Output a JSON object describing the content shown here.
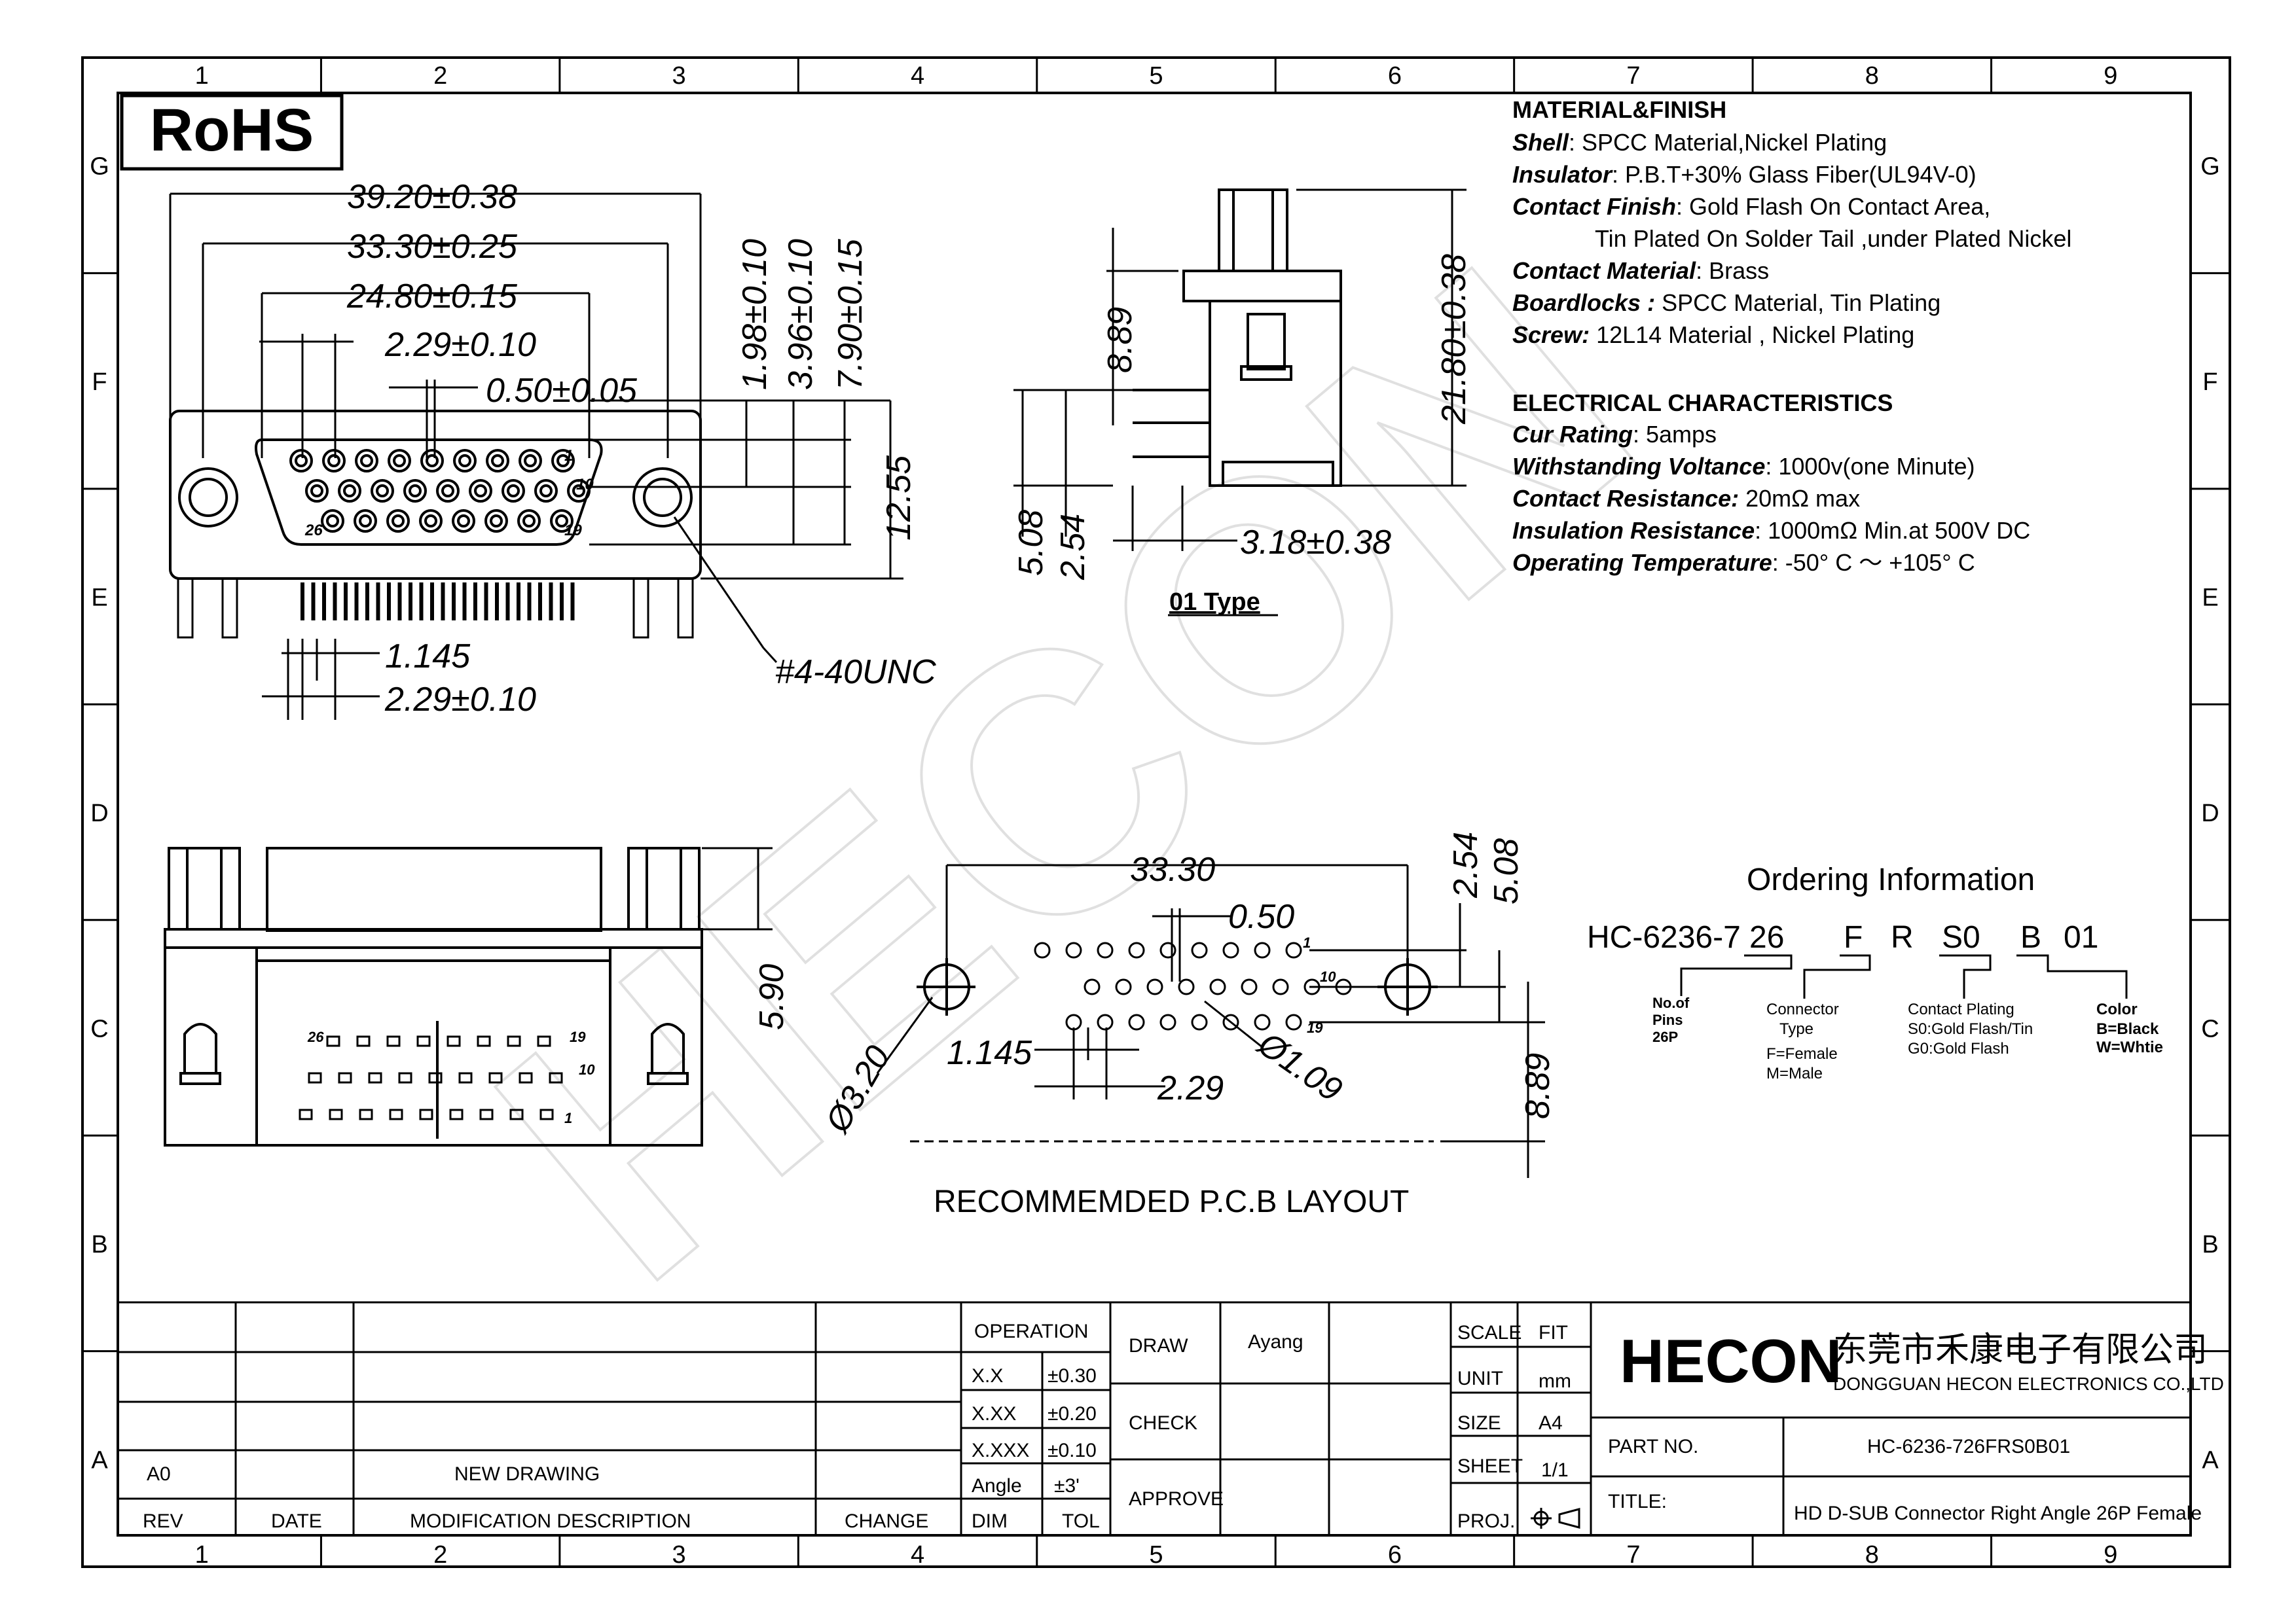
{
  "rohs": "RoHS",
  "grid": {
    "columns": [
      "1",
      "2",
      "3",
      "4",
      "5",
      "6",
      "7",
      "8",
      "9"
    ],
    "rows": [
      "G",
      "F",
      "E",
      "D",
      "C",
      "B",
      "A"
    ]
  },
  "material": {
    "heading": "MATERIAL&FINISH",
    "lines": [
      {
        "key": "Shell",
        "sep": ":",
        "value": " SPCC Material,Nickel Plating"
      },
      {
        "key": "Insulator",
        "sep": ":",
        "value": "  P.B.T+30% Glass Fiber(UL94V-0)"
      },
      {
        "key": "Contact Finish",
        "sep": ":",
        "value": "  Gold Flash On Contact Area,"
      },
      {
        "key": "",
        "sep": "",
        "value": "Tin Plated On Solder Tail ,under Plated Nickel"
      },
      {
        "key": "Contact Material",
        "sep": ":",
        "value": "  Brass"
      },
      {
        "key": "Boardlocks :",
        "sep": "",
        "value": "  SPCC Material,  Tin Plating"
      },
      {
        "key": "Screw:",
        "sep": "",
        "value": "  12L14 Material , Nickel Plating"
      }
    ]
  },
  "electrical": {
    "heading": "ELECTRICAL CHARACTERISTICS",
    "lines": [
      {
        "key": "Cur      Rating",
        "value": ":  5amps"
      },
      {
        "key": "Withstanding Voltance",
        "value": ":  1000v(one Minute)"
      },
      {
        "key": "Contact Resistance:",
        "value": " 20mΩ max"
      },
      {
        "key": "Insulation Resistance",
        "value": ":  1000mΩ Min.at 500V DC"
      },
      {
        "key": "Operating Temperature",
        "value": ":  -50° C ～  +105° C"
      }
    ]
  },
  "dims_front": {
    "d1": "39.20±0.38",
    "d2": "33.30±0.25",
    "d3": "24.80±0.15",
    "d4": "2.29±0.10",
    "d5": "0.50±0.05",
    "v1": "1.98±0.10",
    "v2": "3.96±0.10",
    "v3": "7.90±0.15",
    "v4": "12.55",
    "p1": "1.145",
    "p2": "2.29±0.10",
    "thread": "#4-40UNC",
    "pin1": "1",
    "pin10": "10",
    "pin26": "26",
    "pin19": "19"
  },
  "dims_side": {
    "h1": "8.89",
    "h2": "21.80±0.38",
    "h3": "5.08",
    "h4": "2.54",
    "w1": "3.18±0.38",
    "type": "01 Type"
  },
  "dims_bottom": {
    "h": "5.90",
    "pin26": "26",
    "pin19": "19",
    "pin10": "10",
    "pin1": "1"
  },
  "pcb": {
    "w": "33.30",
    "pitch": "0.50",
    "v1": "2.54",
    "v2": "5.08",
    "hole": "Ø3.20",
    "p1": "1.145",
    "p2": "2.29",
    "drill": "Ø1.09",
    "v3": "8.89",
    "pin1": "1",
    "pin10": "10",
    "pin19": "19",
    "caption": "RECOMMEMDED P.C.B LAYOUT"
  },
  "ordering": {
    "title": "Ordering Information",
    "code": [
      "HC-6236-7",
      "26",
      "F",
      "R",
      "S0",
      "B",
      "01"
    ],
    "labels": {
      "pins": [
        "No.of",
        "Pins",
        "26P"
      ],
      "connector": [
        "Connector",
        "Type",
        "F=Female",
        "M=Male"
      ],
      "plating": [
        "Contact  Plating",
        "S0:Gold  Flash/Tin",
        "G0:Gold  Flash"
      ],
      "color": [
        "Color",
        "B=Black",
        "W=Whtie"
      ]
    }
  },
  "title_block": {
    "rev_row": {
      "rev": "A0",
      "desc": "NEW  DRAWING"
    },
    "headers": {
      "rev": "REV",
      "date": "DATE",
      "mod": "MODIFICATION  DESCRIPTION",
      "change": "CHANGE"
    },
    "operation": "OPERATION",
    "tol": [
      [
        "X.X",
        "±0.30"
      ],
      [
        "X.XX",
        "±0.20"
      ],
      [
        "X.XXX",
        "±0.10"
      ],
      [
        "Angle",
        "±3'"
      ],
      [
        "DIM",
        "TOL"
      ]
    ],
    "draw": "DRAW",
    "drawer": "Ayang",
    "check": "CHECK",
    "approve": "APPROVE",
    "scale": [
      "SCALE",
      "FIT"
    ],
    "unit": [
      "UNIT",
      "mm"
    ],
    "size": [
      "SIZE",
      "A4"
    ],
    "sheet": [
      "SHEET",
      "1/1"
    ],
    "proj": "PROJ.",
    "logo": "HECON",
    "company_cn": "东莞市禾康电子有限公司",
    "company_en": "DONGGUAN HECON ELECTRONICS CO.,LTD",
    "part_label": "PART  NO.",
    "part_no": "HC-6236-726FRS0B01",
    "title_label": "TITLE:",
    "title": "HD D-SUB Connector Right Angle  26P Female"
  },
  "watermark": "HECON"
}
